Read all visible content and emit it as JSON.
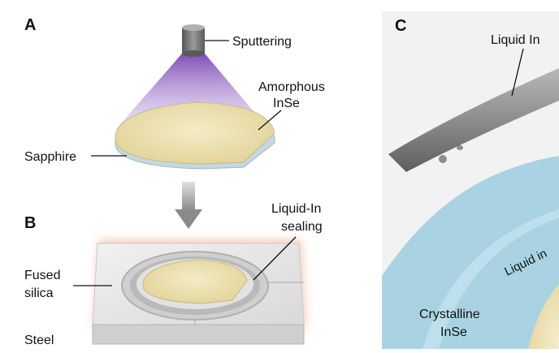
{
  "panels": {
    "a": {
      "letter": "A",
      "sputtering_label": "Sputtering",
      "amorphous_label_line1": "Amorphous",
      "amorphous_label_line2": "InSe",
      "sapphire_label": "Sapphire"
    },
    "b": {
      "letter": "B",
      "sealing_label_line1": "Liquid-In",
      "sealing_label_line2": "sealing",
      "fused_label_line1": "Fused",
      "fused_label_line2": "silica",
      "steel_label": "Steel"
    },
    "c": {
      "letter": "C",
      "liquid_in_label": "Liquid In",
      "liquid_in_edge_label": "Liquid in",
      "crystalline_label_line1": "Crystalline",
      "crystalline_label_line2": "InSe"
    }
  },
  "colors": {
    "film": "#eadfae",
    "sapphire": "#cfe2ea",
    "plasma": "#9b6cc4",
    "liquid_in": "#8d8d8d",
    "crystalline": "#a9d3e3",
    "silica": "#e6e6e6",
    "glow": "#f3b8a0"
  }
}
